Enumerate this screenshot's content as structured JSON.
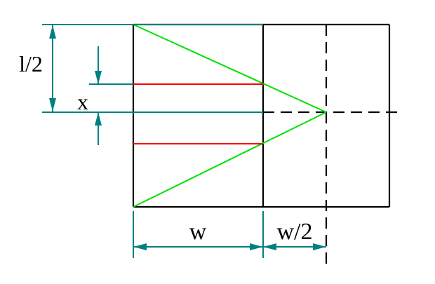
{
  "diagram": {
    "labels": {
      "half_length": "l/2",
      "offset": "x",
      "width": "w",
      "half_width": "w/2"
    },
    "colors": {
      "background": "#ffffff",
      "outline": "#000000",
      "dimension": "#008080",
      "taper": "#00e000",
      "marker": "#ff0000",
      "label": "#000000"
    }
  }
}
